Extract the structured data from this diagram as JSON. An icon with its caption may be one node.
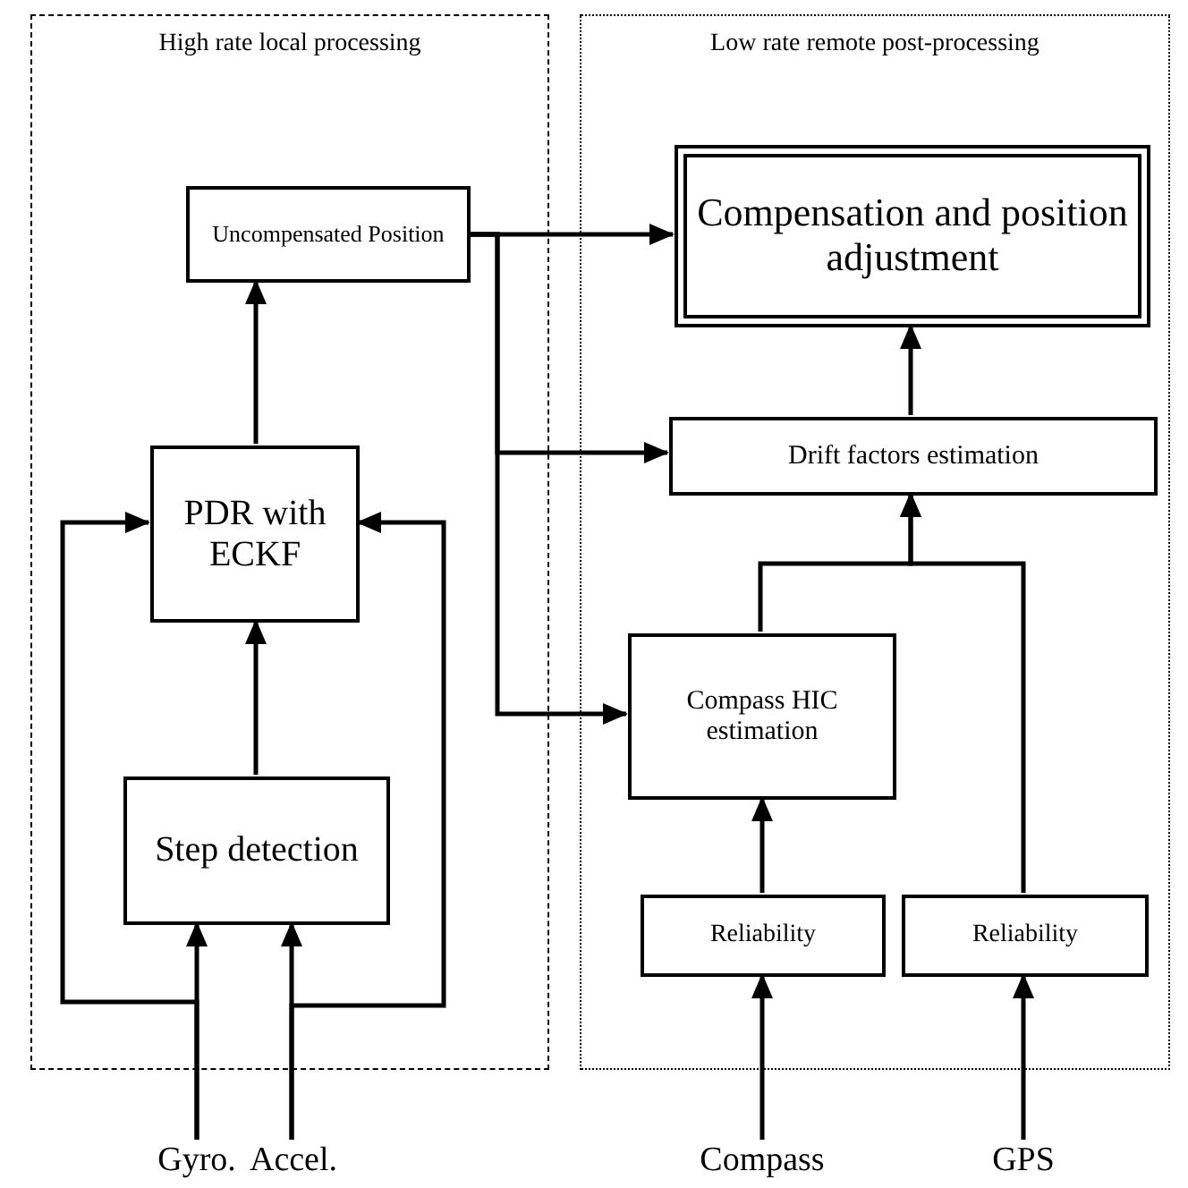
{
  "diagram": {
    "nodes": [
      {
        "text": [
          "High rate local processing"
        ]
      },
      {
        "text": [
          "Uncompensated Position"
        ],
        "in": 0
      },
      {
        "text": [
          "PDR with ECKF"
        ],
        "in": 0
      },
      {
        "text": [
          "Step detection"
        ],
        "in": 0
      },
      {
        "text": [
          "Low rate remote post-processing"
        ]
      },
      {
        "text": [
          "Compensation and position adjustment"
        ],
        "in": 4
      },
      {
        "text": [
          "Drift factors estimation"
        ],
        "in": 4
      },
      {
        "text": [
          "Compass HIC estimation"
        ],
        "in": 4
      },
      {
        "text": [
          "Reliability"
        ],
        "in": 4
      },
      {
        "text": [
          "Reliability"
        ],
        "in": 4
      },
      {
        "text": [
          "Gyro."
        ]
      },
      {
        "text": [
          "Accel."
        ]
      },
      {
        "text": [
          "Compass"
        ]
      },
      {
        "text": [
          "GPS"
        ]
      }
    ],
    "edges": [
      {
        "from": 10,
        "to": 3,
        "arrow": "to"
      },
      {
        "from": 11,
        "to": 3,
        "arrow": "to"
      },
      {
        "from": 10,
        "to": 2,
        "arrow": "to"
      },
      {
        "from": 11,
        "to": 2,
        "arrow": "to"
      },
      {
        "from": 3,
        "to": 2,
        "arrow": "to"
      },
      {
        "from": 2,
        "to": 1,
        "arrow": "to"
      },
      {
        "from": 1,
        "to": 5,
        "arrow": "to"
      },
      {
        "from": 1,
        "to": 6,
        "arrow": "to"
      },
      {
        "from": 1,
        "to": 7,
        "arrow": "to"
      },
      {
        "from": 12,
        "to": 8,
        "arrow": "to"
      },
      {
        "from": 13,
        "to": 9,
        "arrow": "to"
      },
      {
        "from": 8,
        "to": 7,
        "arrow": "to"
      },
      {
        "from": 7,
        "to": 6,
        "arrow": "to"
      },
      {
        "from": 9,
        "to": 6,
        "arrow": "to"
      },
      {
        "from": 6,
        "to": 5,
        "arrow": "to"
      }
    ]
  }
}
